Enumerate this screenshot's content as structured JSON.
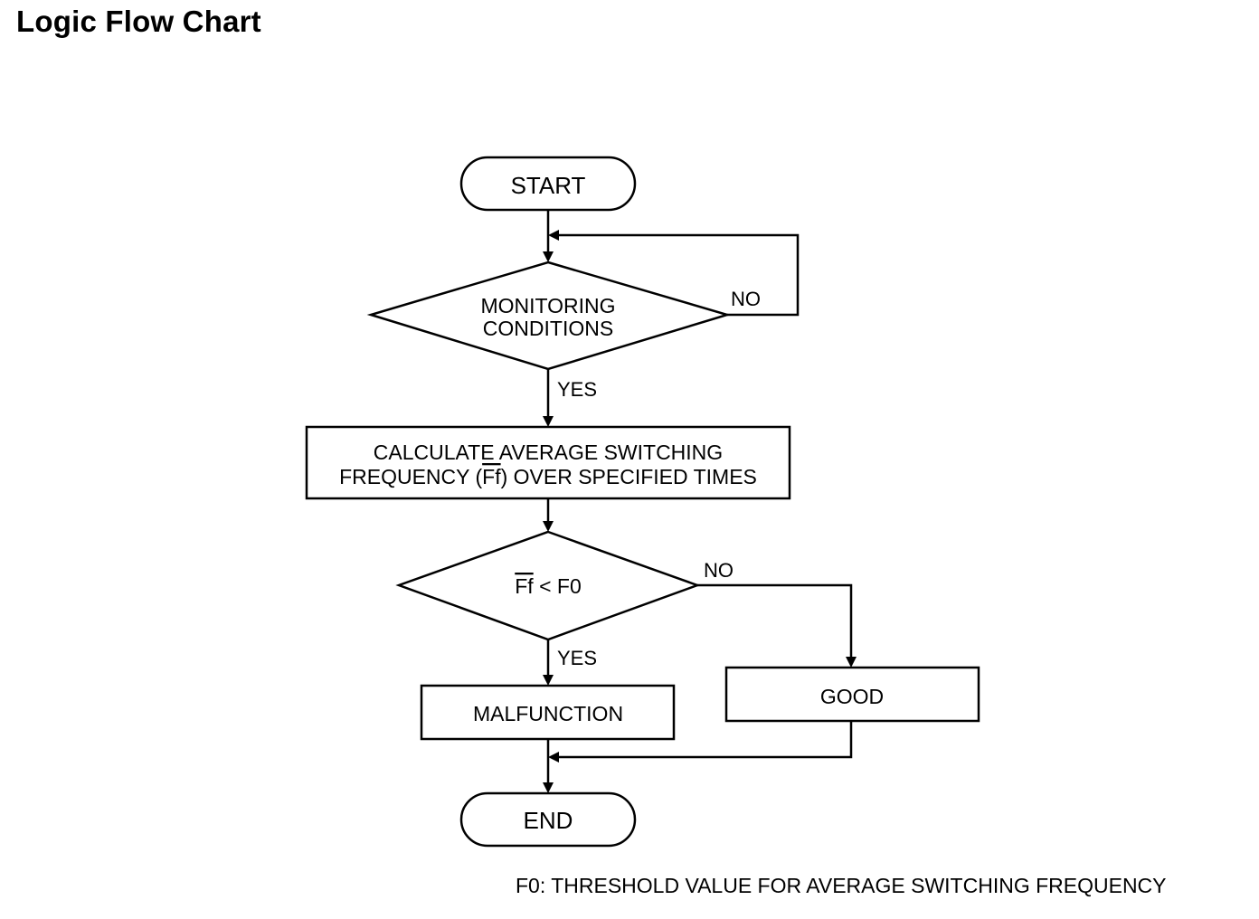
{
  "header": {
    "title": "Logic Flow Chart"
  },
  "flow": {
    "start": "START",
    "monitoring": {
      "line1": "MONITORING",
      "line2": "CONDITIONS",
      "yes": "YES",
      "no": "NO"
    },
    "calculate": {
      "line1": "CALCULATE AVERAGE SWITCHING",
      "line2_before": "FREQUENCY (",
      "line2_symbol": "Ff",
      "line2_after": ") OVER SPECIFIED TIMES"
    },
    "compare": {
      "symbol": "Ff",
      "rest": " < F0",
      "yes": "YES",
      "no": "NO"
    },
    "malfunction": "MALFUNCTION",
    "good": "GOOD",
    "end": "END"
  },
  "footnote": "F0: THRESHOLD VALUE FOR AVERAGE SWITCHING FREQUENCY"
}
